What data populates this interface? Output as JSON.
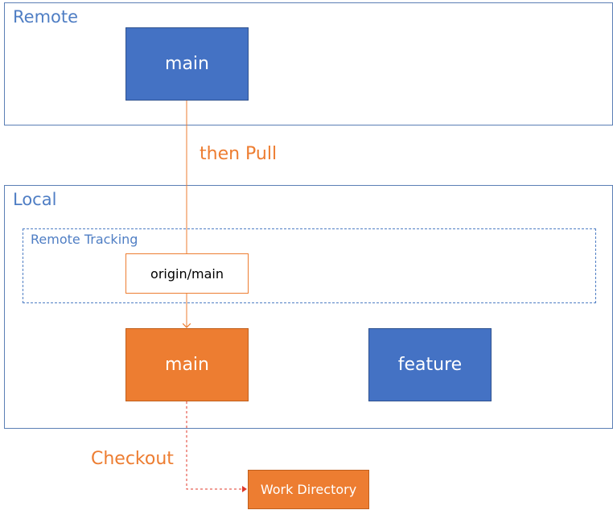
{
  "remote": {
    "label": "Remote",
    "main_label": "main"
  },
  "pull_label": "then Pull",
  "local": {
    "label": "Local",
    "tracking": {
      "label": "Remote Tracking",
      "origin_main_label": "origin/main"
    },
    "main_label": "main",
    "feature_label": "feature"
  },
  "checkout_label": "Checkout",
  "work_directory_label": "Work Directory",
  "colors": {
    "blue_fill": "#4472c4",
    "orange_fill": "#ed7d31",
    "frame_label": "#4f7ec4",
    "edge_line": "#ed7d31",
    "checkout_line": "#e0392b"
  }
}
